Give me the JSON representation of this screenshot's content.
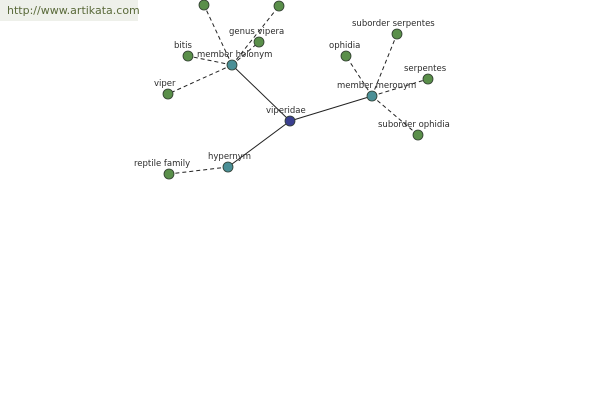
{
  "site": {
    "watermark": "http://www.artikata.com"
  },
  "graph": {
    "center": {
      "label": "viperidae",
      "color": "#3a3f8f"
    },
    "relations": [
      {
        "label": "member holonym",
        "color": "#4a8f96"
      },
      {
        "label": "member meronym",
        "color": "#4a8f96"
      },
      {
        "label": "hypernym",
        "color": "#4a8f96"
      }
    ],
    "leaf_color": "#5a8f4a",
    "leaves": [
      {
        "label": "",
        "relation": 0
      },
      {
        "label": "",
        "relation": 0
      },
      {
        "label": "bitis",
        "relation": 0
      },
      {
        "label": "genus vipera",
        "relation": 0
      },
      {
        "label": "viper",
        "relation": 0
      },
      {
        "label": "suborder serpentes",
        "relation": 1
      },
      {
        "label": "ophidia",
        "relation": 1
      },
      {
        "label": "serpentes",
        "relation": 1
      },
      {
        "label": "suborder ophidia",
        "relation": 1
      },
      {
        "label": "reptile family",
        "relation": 2
      }
    ]
  }
}
